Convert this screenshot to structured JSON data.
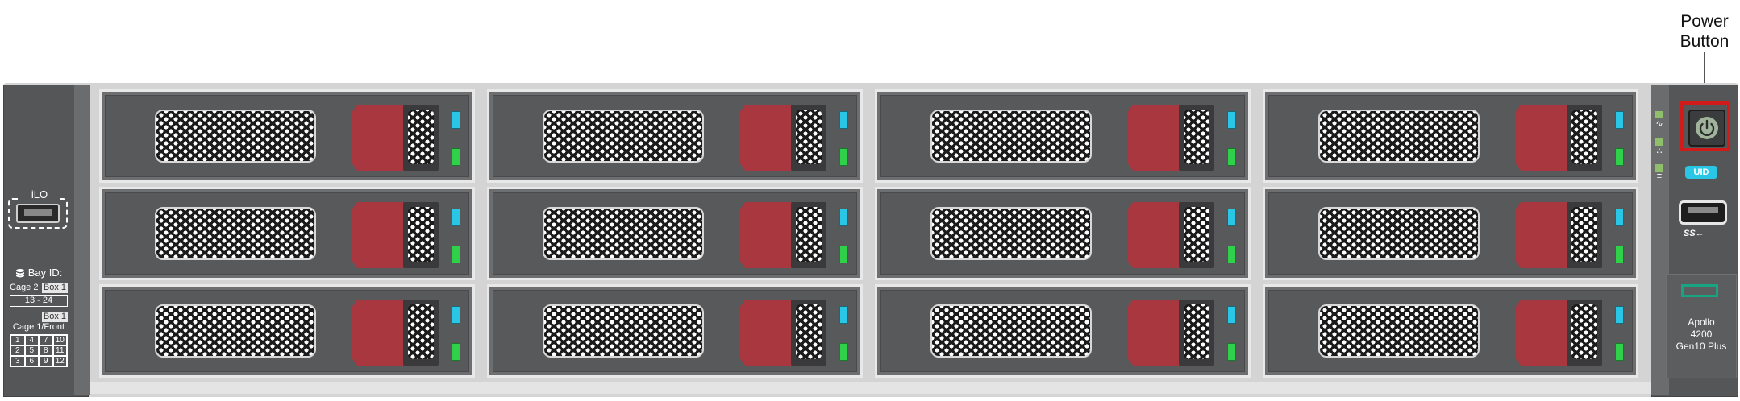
{
  "callout": {
    "label": "Power\nButton"
  },
  "left_ear": {
    "ilo_label": "iLO",
    "bay_id_label": "Bay ID:",
    "cage2_label": "Cage 2",
    "box_label_1": "Box 1",
    "cage2_range": "13 - 24",
    "box_label_2": "Box 1",
    "cage1_label": "Cage 1/Front",
    "cage1_grid": [
      "1",
      "4",
      "7",
      "10",
      "2",
      "5",
      "8",
      "11",
      "3",
      "6",
      "9",
      "12"
    ]
  },
  "right_ear": {
    "uid_label": "UID",
    "usb_label": "SS←",
    "model_line1": "Apollo",
    "model_line2": "4200",
    "model_line3": "Gen10 Plus",
    "logo_color": "#17a483",
    "power_highlight_color": "#d11a1a"
  },
  "drive_bays": {
    "count": 12,
    "latch_color": "#a8373f",
    "activity_led_color": "#29c6e6",
    "status_led_color": "#2fd14a"
  }
}
